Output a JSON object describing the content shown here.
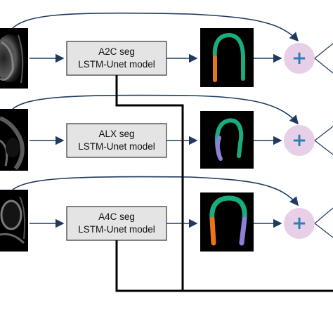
{
  "rows": [
    {
      "model_line1": "A2C seg",
      "model_line2": "LSTM-Unet model",
      "segments": [
        {
          "color": "#e8741c"
        },
        {
          "color": "#1aab7f"
        }
      ]
    },
    {
      "model_line1": "ALX seg",
      "model_line2": "LSTM-Unet model",
      "segments": [
        {
          "color": "#8c7fd4"
        },
        {
          "color": "#1aab7f"
        }
      ]
    },
    {
      "model_line1": "A4C seg",
      "model_line2": "LSTM-Unet model",
      "segments": [
        {
          "color": "#e8741c"
        },
        {
          "color": "#1aab7f"
        },
        {
          "color": "#8c7fd4"
        }
      ]
    }
  ],
  "combine_icon": "plus-icon",
  "colors": {
    "box_fill": "#e4e4e4",
    "combine_fill": "#e7cfe8",
    "plus": "#2d7fb8",
    "line": "#1f3a5e",
    "bus": "#000000"
  }
}
